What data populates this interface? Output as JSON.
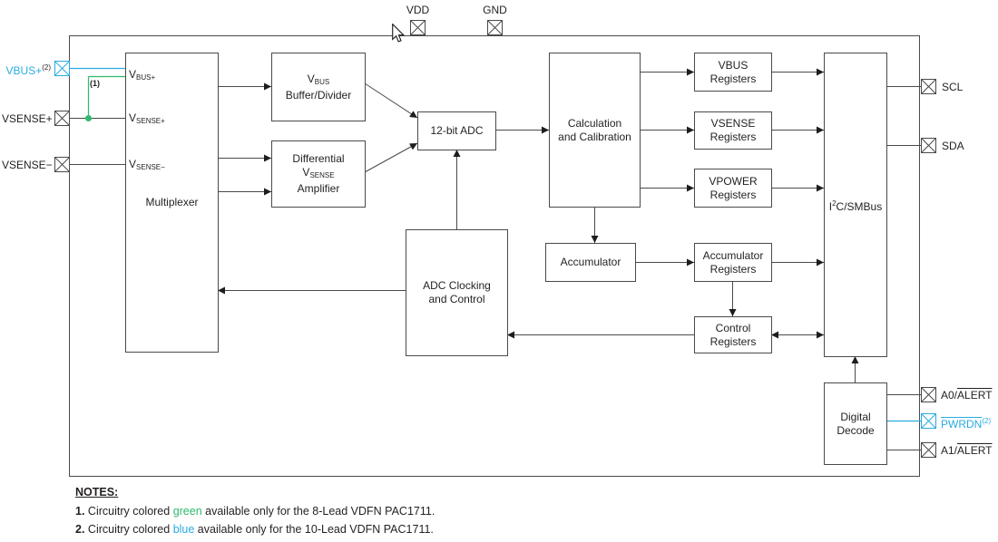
{
  "colors": {
    "accent_blue": "#29ABE2",
    "accent_green": "#2FB96E",
    "line_gray": "#4A4A4A",
    "text": "#231F20"
  },
  "pins": {
    "vbus_plus": {
      "label": "VBUS+",
      "sup": "(2)"
    },
    "vsense_plus": {
      "label": "VSENSE+"
    },
    "vsense_minus": {
      "label": "VSENSE−"
    },
    "vdd": {
      "label": "VDD"
    },
    "gnd": {
      "label": "GND"
    },
    "scl": {
      "label": "SCL"
    },
    "sda": {
      "label": "SDA"
    },
    "a0_alert": {
      "prefix": "A0/",
      "overline": "ALERT"
    },
    "pwrdn": {
      "overline": "PWRDN",
      "sup": "(2)"
    },
    "a1_alert": {
      "prefix": "A1/",
      "overline": "ALERT"
    }
  },
  "blocks": {
    "multiplexer": {
      "label": "Multiplexer",
      "ports": {
        "vbus": {
          "main": "V",
          "sub": "BUS+"
        },
        "vsense_p": {
          "main": "V",
          "sub": "SENSE+"
        },
        "vsense_m": {
          "main": "V",
          "sub": "SENSE−"
        }
      }
    },
    "vbus_buffer": {
      "l1_main": "V",
      "l1_sub": "BUS",
      "l2": "Buffer/Divider"
    },
    "diff_amp": {
      "l1": "Differential",
      "l2_main": "V",
      "l2_sub": "SENSE",
      "l3": "Amplifier"
    },
    "adc": {
      "label": "12-bit ADC"
    },
    "calc": {
      "l1": "Calculation",
      "l2": "and Calibration"
    },
    "vbus_regs": {
      "l1": "VBUS",
      "l2": "Registers"
    },
    "vsense_regs": {
      "l1": "VSENSE",
      "l2": "Registers"
    },
    "vpower_regs": {
      "l1": "VPOWER",
      "l2": "Registers"
    },
    "accumulator": {
      "label": "Accumulator"
    },
    "accum_regs": {
      "l1": "Accumulator",
      "l2": "Registers"
    },
    "ctrl_regs": {
      "l1": "Control",
      "l2": "Registers"
    },
    "i2c": {
      "pre": "I",
      "sup": "2",
      "post": "C/SMBus"
    },
    "adc_clocking": {
      "l1": "ADC Clocking",
      "l2": "and Control"
    },
    "digital_decode": {
      "l1": "Digital",
      "l2": "Decode"
    }
  },
  "annotations": {
    "green_ref": "(1)"
  },
  "notes": {
    "heading": "NOTES:",
    "items": [
      {
        "num": "1.",
        "pre": " Circuitry colored ",
        "word": "green",
        "post": " available only for the 8-Lead VDFN PAC1711."
      },
      {
        "num": "2.",
        "pre": " Circuitry colored ",
        "word": "blue",
        "post": " available only for the 10-Lead VDFN PAC1711."
      }
    ]
  }
}
